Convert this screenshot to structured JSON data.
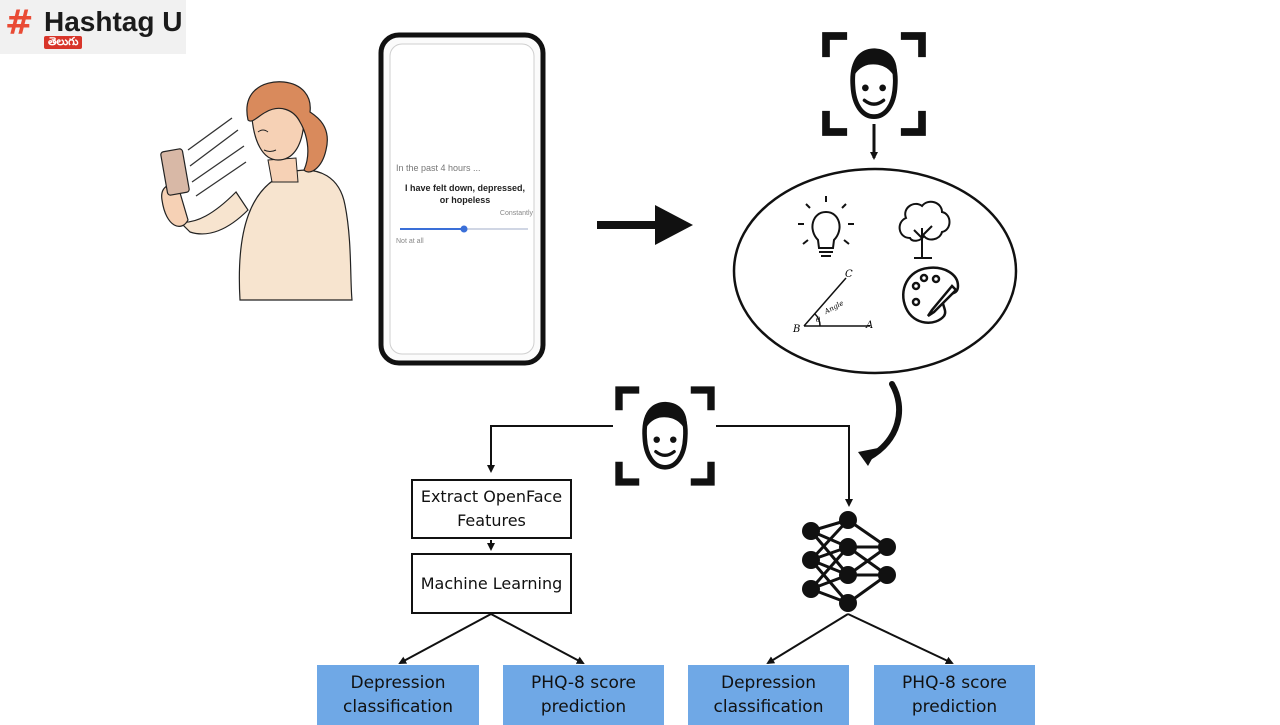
{
  "logo": {
    "symbol": "#",
    "name": "Hashtag U",
    "language": "తెలుగు"
  },
  "phone": {
    "question_heading": "In the past 4 hours ...",
    "question_text": "I have felt down, depressed, or hopeless",
    "scale_high": "Constantly",
    "scale_low": "Not at all",
    "slider_value": 0.5
  },
  "icons": {
    "face_scan": "face-scan-icon",
    "bulb": "light-bulb-icon",
    "tree": "tree-icon",
    "geometry": "angle-geometry-icon",
    "palette": "paint-palette-icon",
    "network": "neural-network-icon"
  },
  "geometry_labels": {
    "c": "C",
    "b": "B",
    "a": "A",
    "angle": "Angle",
    "theta": "θ"
  },
  "pipeline_left": {
    "step1": "Extract OpenFace Features",
    "step2": "Machine Learning"
  },
  "outputs": [
    {
      "label": "Depression classification"
    },
    {
      "label": "PHQ-8 score prediction"
    },
    {
      "label": "Depression classification"
    },
    {
      "label": "PHQ-8 score prediction"
    }
  ],
  "colors": {
    "output_box": "#6fa8e6",
    "lines": "#111111",
    "skin": "#f6d1b5",
    "hair": "#d98a5c",
    "sweater": "#f7e4cf"
  }
}
